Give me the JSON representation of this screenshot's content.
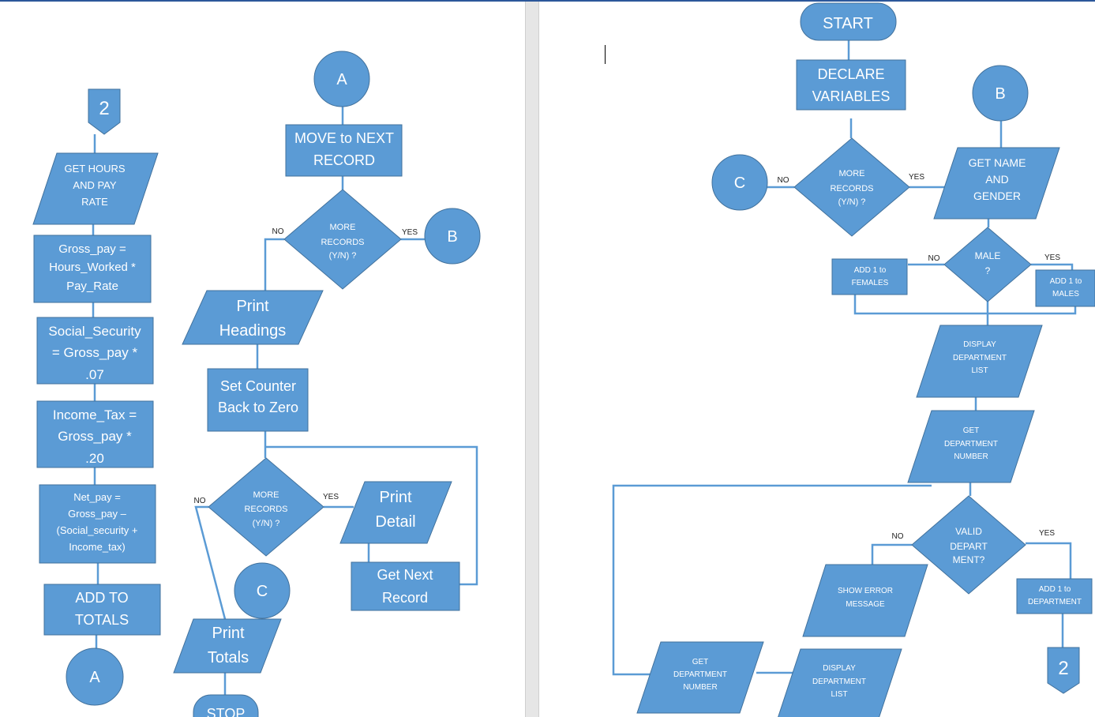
{
  "colors": {
    "shape_fill": "#5b9bd5",
    "shape_stroke": "#41719c",
    "connector": "#5b9bd5",
    "text": "#ffffff",
    "page_gap": "#e6e6e6"
  },
  "left_page": {
    "col1": {
      "offpage_2": "2",
      "get_hours": [
        "GET HOURS",
        "AND PAY",
        "RATE"
      ],
      "gross_pay": [
        "Gross_pay =",
        "Hours_Worked *",
        "Pay_Rate"
      ],
      "social_security": [
        "Social_Security",
        "= Gross_pay *",
        ".07"
      ],
      "income_tax": [
        "Income_Tax =",
        "Gross_pay *",
        ".20"
      ],
      "net_pay": [
        "Net_pay =",
        "Gross_pay –",
        "(Social_security +",
        "Income_tax)"
      ],
      "add_to_totals": [
        "ADD TO",
        "TOTALS"
      ],
      "connector_a": "A"
    },
    "col2": {
      "connector_a": "A",
      "move_next": [
        "MOVE to NEXT",
        "RECORD"
      ],
      "decision1": [
        "MORE",
        "RECORDS",
        "(Y/N) ?"
      ],
      "decision1_no": "NO",
      "decision1_yes": "YES",
      "connector_b": "B",
      "print_headings": [
        "Print",
        "Headings"
      ],
      "set_counter": [
        "Set Counter",
        "Back to Zero"
      ],
      "decision2": [
        "MORE",
        "RECORDS",
        "(Y/N) ?"
      ],
      "decision2_no": "NO",
      "decision2_yes": "YES",
      "print_detail": [
        "Print",
        "Detail"
      ],
      "get_next": [
        "Get Next",
        "Record"
      ],
      "connector_c": "C",
      "print_totals": [
        "Print",
        "Totals"
      ],
      "stop": "STOP"
    }
  },
  "right_page": {
    "start": "START",
    "declare": [
      "DECLARE",
      "VARIABLES"
    ],
    "connector_b": "B",
    "connector_c": "C",
    "decision_more": [
      "MORE",
      "RECORDS",
      "(Y/N) ?"
    ],
    "decision_more_no": "NO",
    "decision_more_yes": "YES",
    "get_name": [
      "GET NAME",
      "AND",
      "GENDER"
    ],
    "decision_male": [
      "MALE",
      "?"
    ],
    "decision_male_no": "NO",
    "decision_male_yes": "YES",
    "add_females": [
      "ADD 1 to",
      "FEMALES"
    ],
    "add_males": [
      "ADD 1 to",
      "MALES"
    ],
    "display_dept1": [
      "DISPLAY",
      "DEPARTMENT",
      "LIST"
    ],
    "get_dept1": [
      "GET",
      "DEPARTMENT",
      "NUMBER"
    ],
    "decision_valid": [
      "VALID",
      "DEPART",
      "MENT?"
    ],
    "decision_valid_no": "NO",
    "decision_valid_yes": "YES",
    "add_department": [
      "ADD 1 to",
      "DEPARTMENT"
    ],
    "offpage_2": "2",
    "show_error": [
      "SHOW ERROR",
      "MESSAGE"
    ],
    "display_dept2": [
      "DISPLAY",
      "DEPARTMENT",
      "LIST"
    ],
    "get_dept2": [
      "GET",
      "DEPARTMENT",
      "NUMBER"
    ]
  }
}
